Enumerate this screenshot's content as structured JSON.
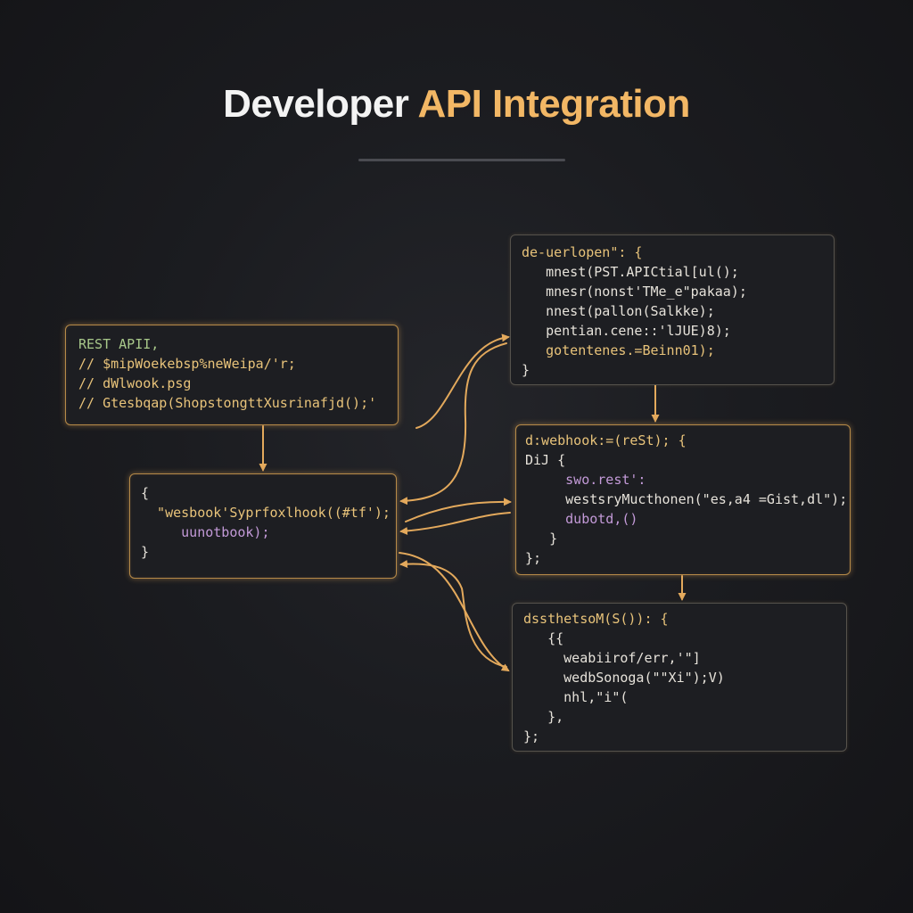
{
  "title": {
    "part1": "Developer ",
    "part2": "API Integration"
  },
  "colors": {
    "accent": "#f2b765",
    "arrow": "#e3a95c",
    "box_border": "#b68a48",
    "background": "#1b1c20"
  },
  "boxes": {
    "rest": {
      "lines": [
        "REST APII,",
        "// $mipWoekebsp%neWeipa/'r;",
        "// dWlwook.psg",
        "// Gtesbqap(ShopstongttXusrinafjd();'"
      ]
    },
    "webhook": {
      "lines": [
        "{",
        "  \"wesbook'Syprfoxlhook((#tf');",
        "     uunotbook);",
        "}"
      ]
    },
    "dev": {
      "lines": [
        "de-uerlopen\": {",
        "   mnest(PST.APICtial[ul();",
        "   mnesr(nonst'TMe_e\"pakaa);",
        "   nnest(pallon(Salkke);",
        "   pentian.cene::'lJUE)8);",
        "   gotentenes.=Beinn01);",
        "}"
      ]
    },
    "handler": {
      "lines": [
        "d:webhook:=(reSt); {",
        "DiJ {",
        "     swo.rest':",
        "     westsryMucthonen(\"es,a4 =Gist,dl\");",
        "     dubotd,()",
        "   }",
        "};"
      ]
    },
    "result": {
      "lines": [
        "dssthetsoM(S()): {",
        "   {{",
        "     weabiirof/err,'\"]",
        "     wedbSonoga(\"\"Xi\");V)",
        "     nhl,\"i\"(",
        "   },",
        "};"
      ]
    }
  }
}
